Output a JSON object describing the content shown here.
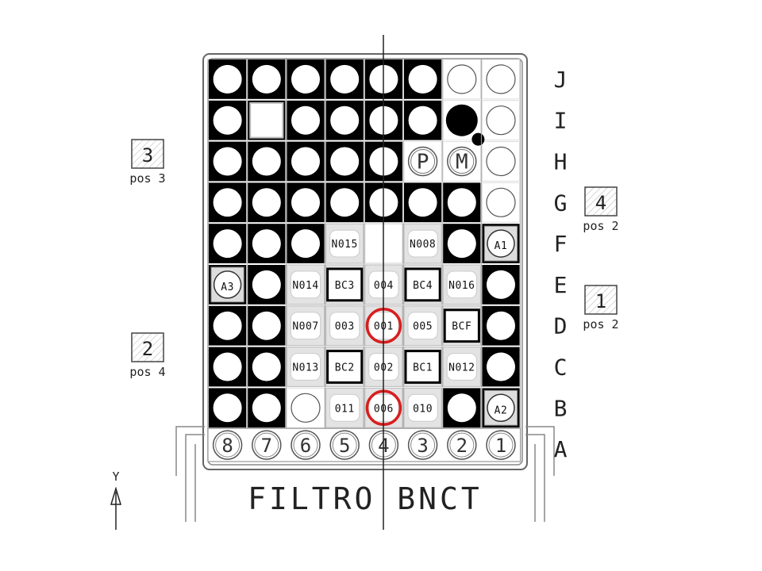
{
  "title": "FILTRO BNCT",
  "axis_label": "Y",
  "row_letters": [
    "J",
    "I",
    "H",
    "G",
    "F",
    "E",
    "D",
    "C",
    "B",
    "A"
  ],
  "column_numbers": [
    "8",
    "7",
    "6",
    "5",
    "4",
    "3",
    "2",
    "1"
  ],
  "special_markers": {
    "p": "P",
    "m": "M"
  },
  "positions": [
    {
      "id": "pos3",
      "number": "3",
      "label": "pos 3"
    },
    {
      "id": "pos4",
      "number": "4",
      "label": "pos 2"
    },
    {
      "id": "pos1",
      "number": "1",
      "label": "pos 2"
    },
    {
      "id": "pos2",
      "number": "2",
      "label": "pos 4"
    }
  ],
  "grid_rows": [
    [
      "B",
      "B",
      "B",
      "B",
      "B",
      "B",
      "W",
      "W"
    ],
    [
      "B",
      "E",
      "B",
      "B",
      "B",
      "B",
      "K",
      "W"
    ],
    [
      "B",
      "B",
      "B",
      "B",
      "B",
      "P",
      "M",
      "W"
    ],
    [
      "B",
      "B",
      "B",
      "B",
      "B",
      "B",
      "B",
      "W"
    ],
    [
      "B",
      "B",
      "B",
      "N015",
      "G",
      "N008",
      "B",
      "A1"
    ],
    [
      "A3",
      "B",
      "N014",
      "BC3",
      "004",
      "BC4",
      "N016",
      "B"
    ],
    [
      "B",
      "B",
      "N007",
      "003",
      "001",
      "005",
      "BCF",
      "B"
    ],
    [
      "B",
      "B",
      "N013",
      "BC2",
      "002",
      "BC1",
      "N012",
      "B"
    ],
    [
      "B",
      "B",
      "W",
      "011",
      "006",
      "010",
      "B",
      "A2"
    ]
  ],
  "highlight_color": "#d81e1e",
  "highlighted_cells": [
    "001",
    "006"
  ]
}
